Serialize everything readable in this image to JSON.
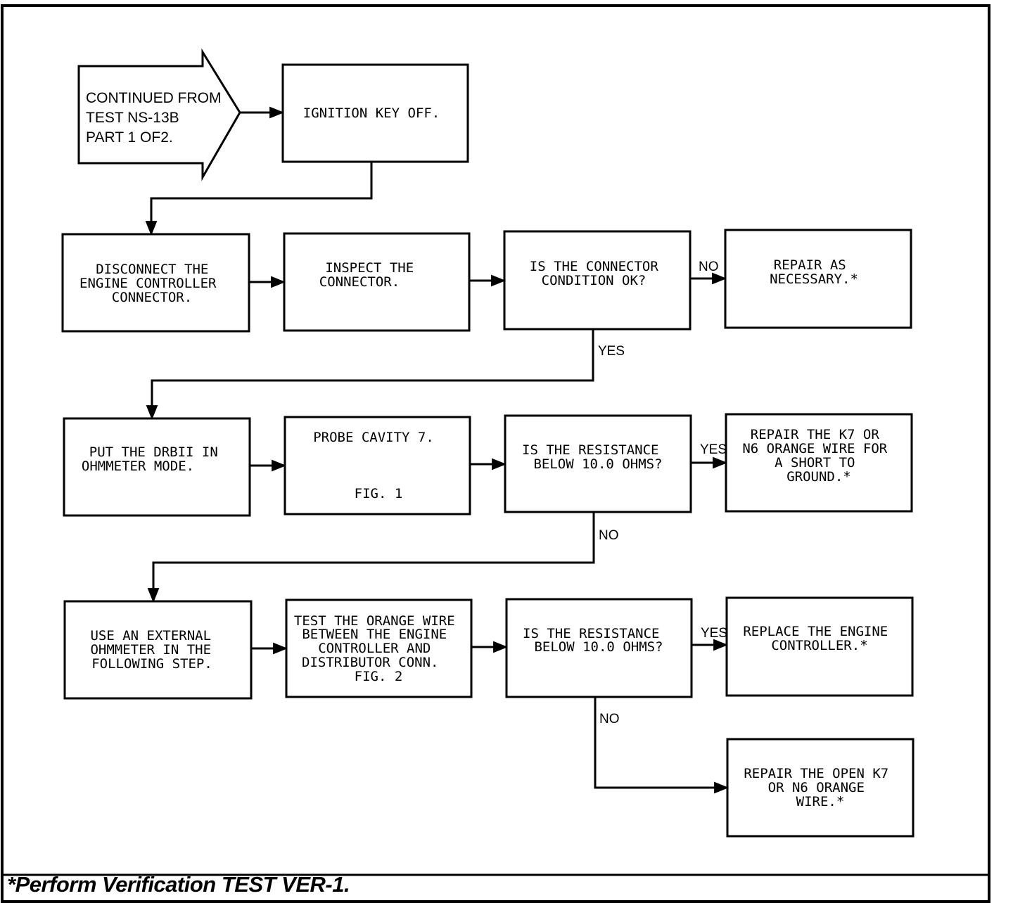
{
  "diagram": {
    "start": {
      "lines": [
        "CONTINUED FROM",
        "TEST NS-13B",
        "PART 1 OF2."
      ]
    },
    "boxes": {
      "ignition_off": {
        "lines": [
          "IGNITION KEY OFF."
        ]
      },
      "disconnect": {
        "lines": [
          "DISCONNECT THE",
          "ENGINE CONTROLLER",
          "CONNECTOR."
        ]
      },
      "inspect": {
        "lines": [
          "INSPECT THE",
          "CONNECTOR."
        ]
      },
      "connector_ok": {
        "lines": [
          "IS THE CONNECTOR",
          "CONDITION OK?"
        ]
      },
      "repair_as_necessary": {
        "lines": [
          "REPAIR AS",
          "NECESSARY.*"
        ]
      },
      "drbii_ohmmeter": {
        "lines": [
          "PUT THE DRBII IN",
          "OHMMETER MODE."
        ]
      },
      "probe_cavity": {
        "lines": [
          "PROBE CAVITY 7."
        ],
        "fig": "FIG. 1"
      },
      "resistance_1": {
        "lines": [
          "IS THE RESISTANCE",
          "BELOW 10.0 OHMS?"
        ]
      },
      "repair_short": {
        "lines": [
          "REPAIR THE K7 OR",
          "N6 ORANGE WIRE FOR",
          "A SHORT TO",
          "GROUND.*"
        ]
      },
      "external_ohmmeter": {
        "lines": [
          "USE AN EXTERNAL",
          "OHMMETER IN THE",
          "FOLLOWING STEP."
        ]
      },
      "test_orange_wire": {
        "lines": [
          "TEST THE ORANGE WIRE",
          "BETWEEN THE ENGINE",
          "CONTROLLER AND",
          "DISTRIBUTOR CONN.",
          "FIG. 2"
        ]
      },
      "resistance_2": {
        "lines": [
          "IS THE RESISTANCE",
          "BELOW 10.0 OHMS?"
        ]
      },
      "replace_controller": {
        "lines": [
          "REPLACE THE ENGINE",
          "CONTROLLER.*"
        ]
      },
      "repair_open": {
        "lines": [
          "REPAIR THE OPEN K7",
          "OR N6 ORANGE",
          "WIRE.*"
        ]
      }
    },
    "edge_labels": {
      "connector_no": "NO",
      "connector_yes": "YES",
      "resistance1_yes": "YES",
      "resistance1_no": "NO",
      "resistance2_yes": "YES",
      "resistance2_no": "NO"
    }
  },
  "footer": {
    "note": "*Perform Verification TEST VER-1."
  }
}
